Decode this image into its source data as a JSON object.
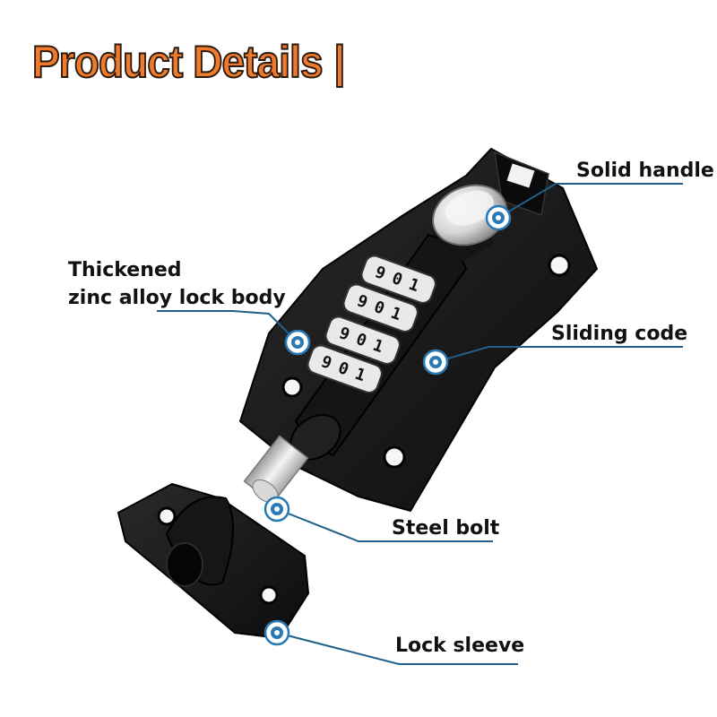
{
  "title": "Product Details",
  "title_separator": "|",
  "colors": {
    "title_fill": "#ee7a2c",
    "title_outline": "#2b1a0e",
    "leader_line": "#1f5f8c",
    "marker": "#2a78b4",
    "lock_body": "#1a1a1a",
    "dial": "#e8e8e8"
  },
  "callouts": [
    {
      "id": "solid-handle",
      "text": "Solid handle"
    },
    {
      "id": "lock-body",
      "lines": [
        "Thickened",
        "zinc alloy lock body"
      ]
    },
    {
      "id": "sliding-code",
      "text": "Sliding code"
    },
    {
      "id": "steel-bolt",
      "text": "Steel bolt"
    },
    {
      "id": "lock-sleeve",
      "text": "Lock sleeve"
    }
  ],
  "dial_digits": [
    "9",
    "0",
    "1"
  ]
}
